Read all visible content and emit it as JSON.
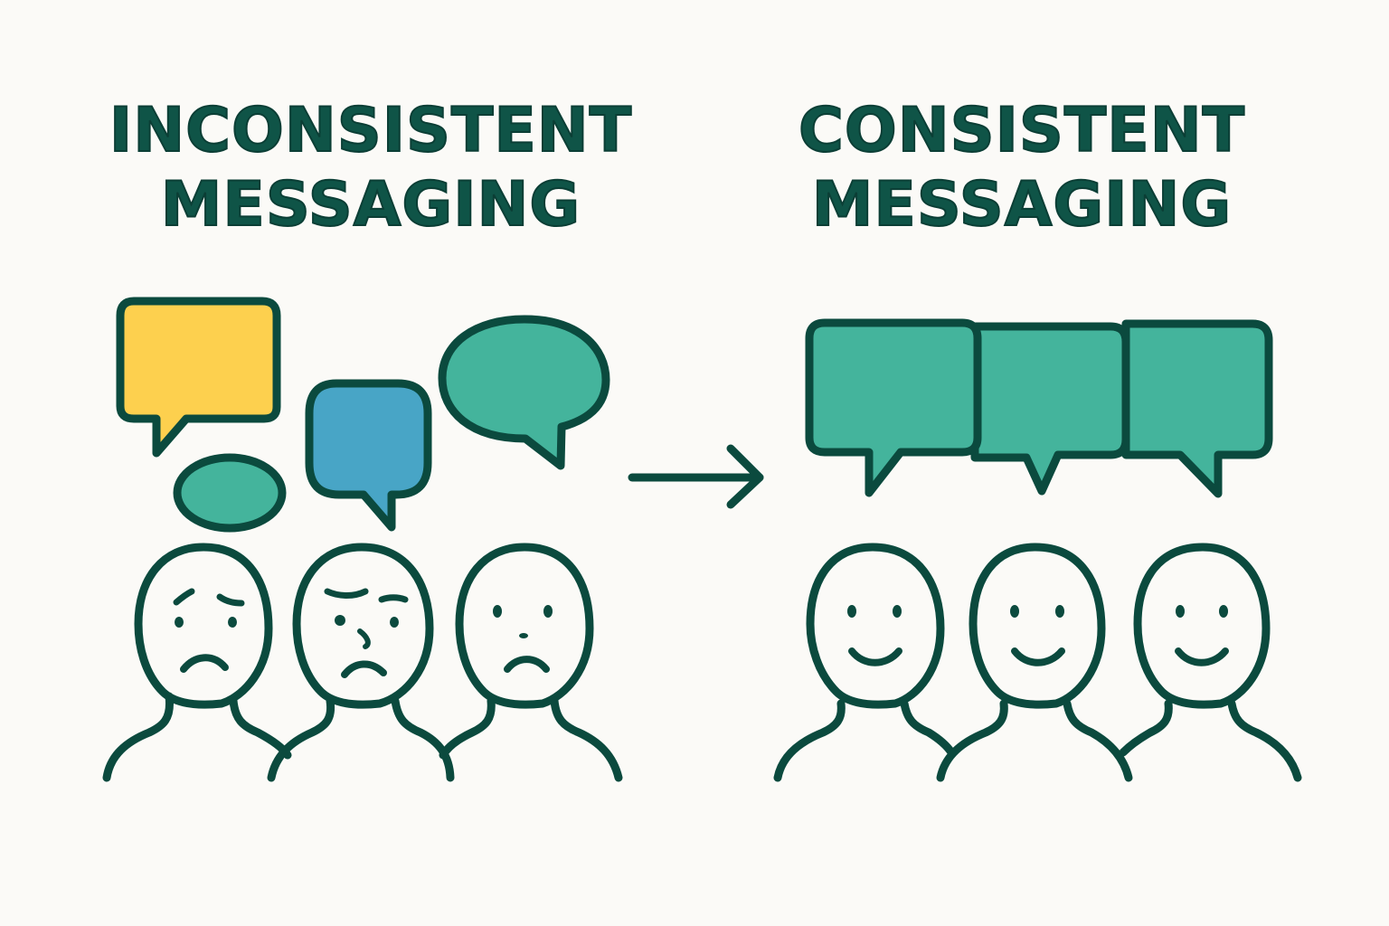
{
  "left_panel": {
    "title_line1": "INCONSISTENT",
    "title_line2": "MESSAGING",
    "bubbles": [
      {
        "shape": "rectangle",
        "color": "#fdd04e"
      },
      {
        "shape": "oval",
        "color": "#44b49c"
      },
      {
        "shape": "rounded-square",
        "color": "#48a5c6"
      },
      {
        "shape": "ellipse",
        "color": "#44b49c"
      }
    ],
    "people": [
      {
        "expression": "worried"
      },
      {
        "expression": "confused"
      },
      {
        "expression": "sad"
      }
    ]
  },
  "arrow": {
    "direction": "right",
    "icon": "arrow-right-icon"
  },
  "right_panel": {
    "title_line1": "CONSISTENT",
    "title_line2": "MESSAGING",
    "bubbles": [
      {
        "shape": "rounded-rectangle",
        "color": "#44b49c"
      },
      {
        "shape": "rounded-rectangle",
        "color": "#44b49c"
      },
      {
        "shape": "rounded-rectangle",
        "color": "#44b49c"
      }
    ],
    "people": [
      {
        "expression": "happy"
      },
      {
        "expression": "happy"
      },
      {
        "expression": "happy"
      }
    ]
  },
  "colors": {
    "outline": "#0b4a3e",
    "title": "#0f5447",
    "background": "#fbfaf7"
  }
}
